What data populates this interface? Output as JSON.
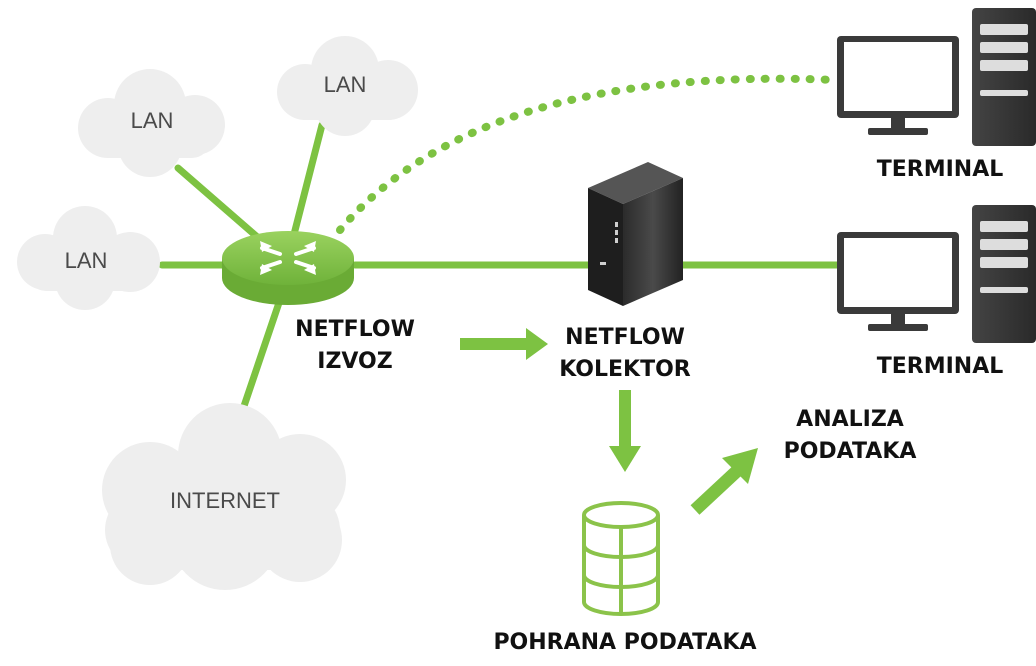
{
  "clouds": {
    "lan_top": "LAN",
    "lan_left_upper": "LAN",
    "lan_left": "LAN",
    "internet": "INTERNET"
  },
  "labels": {
    "netflow_export_line1": "NETFLOW",
    "netflow_export_line2": "IZVOZ",
    "collector_line1": "NETFLOW",
    "collector_line2": "KOLEKTOR",
    "analysis_line1": "ANALIZA",
    "analysis_line2": "PODATAKA",
    "storage": "POHRANA PODATAKA",
    "terminal_top": "TERMINAL",
    "terminal_bottom": "TERMINAL"
  },
  "colors": {
    "accent_green": "#7dc242",
    "cloud_fill": "#eeeeee",
    "device_dark": "#3a3a3a"
  },
  "icons": [
    "cloud-icon",
    "router-icon",
    "server-tower-icon",
    "monitor-icon",
    "desktop-tower-icon",
    "database-icon",
    "arrow-icon"
  ]
}
